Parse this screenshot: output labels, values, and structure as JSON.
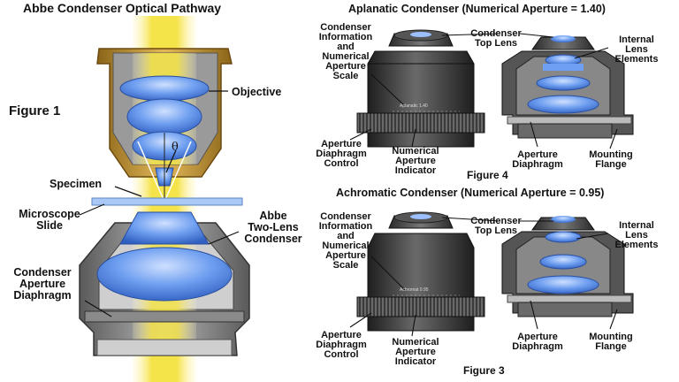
{
  "left": {
    "title": "Abbe Condenser Optical Pathway",
    "figure": "Figure 1",
    "labels": {
      "objective": "Objective",
      "theta": "θ",
      "specimen": "Specimen",
      "microscope_slide": [
        "Microscope",
        "Slide"
      ],
      "abbe_condenser": [
        "Abbe",
        "Two-Lens",
        "Condenser"
      ],
      "condenser_aperture_diaphragm": [
        "Condenser",
        "Aperture",
        "Diaphragm"
      ]
    }
  },
  "top_right": {
    "title": "Aplanatic Condenser (Numerical Aperture = 1.40)",
    "figure": "Figure 4",
    "scale_text": "Aplanatic 1.40",
    "labels": {
      "info_scale": [
        "Condenser",
        "Information",
        "and",
        "Numerical",
        "Aperture",
        "Scale"
      ],
      "top_lens": [
        "Condenser",
        "Top Lens"
      ],
      "internal_lens": [
        "Internal",
        "Lens",
        "Elements"
      ],
      "diaphragm_control": [
        "Aperture",
        "Diaphragm",
        "Control"
      ],
      "na_indicator": [
        "Numerical",
        "Aperture",
        "Indicator"
      ],
      "aperture_diaphragm": [
        "Aperture",
        "Diaphragm"
      ],
      "mounting_flange": [
        "Mounting",
        "Flange"
      ]
    }
  },
  "bottom_right": {
    "title": "Achromatic Condenser (Numerical Aperture = 0.95)",
    "figure": "Figure 3",
    "scale_text": "Achromat 0.95",
    "labels": {
      "info_scale": [
        "Condenser",
        "Information",
        "and",
        "Numerical",
        "Aperture",
        "Scale"
      ],
      "top_lens": [
        "Condenser",
        "Top Lens"
      ],
      "internal_lens": [
        "Internal",
        "Lens",
        "Elements"
      ],
      "diaphragm_control": [
        "Aperture",
        "Diaphragm",
        "Control"
      ],
      "na_indicator": [
        "Numerical",
        "Aperture",
        "Indicator"
      ],
      "aperture_diaphragm": [
        "Aperture",
        "Diaphragm"
      ],
      "mounting_flange": [
        "Mounting",
        "Flange"
      ]
    }
  },
  "colors": {
    "light_beam": "#f3e24a",
    "lens_blue": "#6f9ff0",
    "housing_gold": "#c69536",
    "housing_grey": "#8a8a8a",
    "body_dark": "#3a3a3a"
  }
}
